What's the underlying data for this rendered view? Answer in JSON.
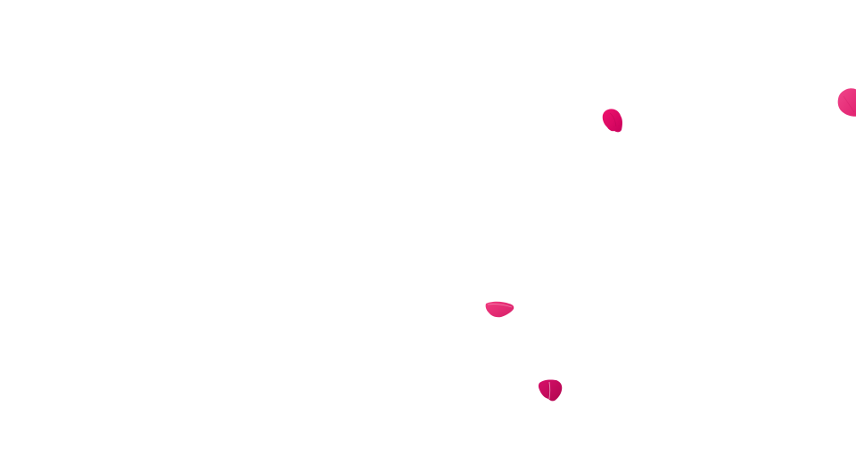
{
  "scene": {
    "background_color": "#ffffff",
    "subject": "falling-rose-petals",
    "petals": [
      {
        "name": "petal-1",
        "color": "#f0146e",
        "shade": "#c8005a"
      },
      {
        "name": "petal-2",
        "color": "#f0458a",
        "shade": "#e0206e"
      },
      {
        "name": "petal-3",
        "color": "#f23b7f",
        "shade": "#d61f69"
      },
      {
        "name": "petal-4",
        "color": "#d8106a",
        "shade": "#b0064f"
      }
    ]
  }
}
